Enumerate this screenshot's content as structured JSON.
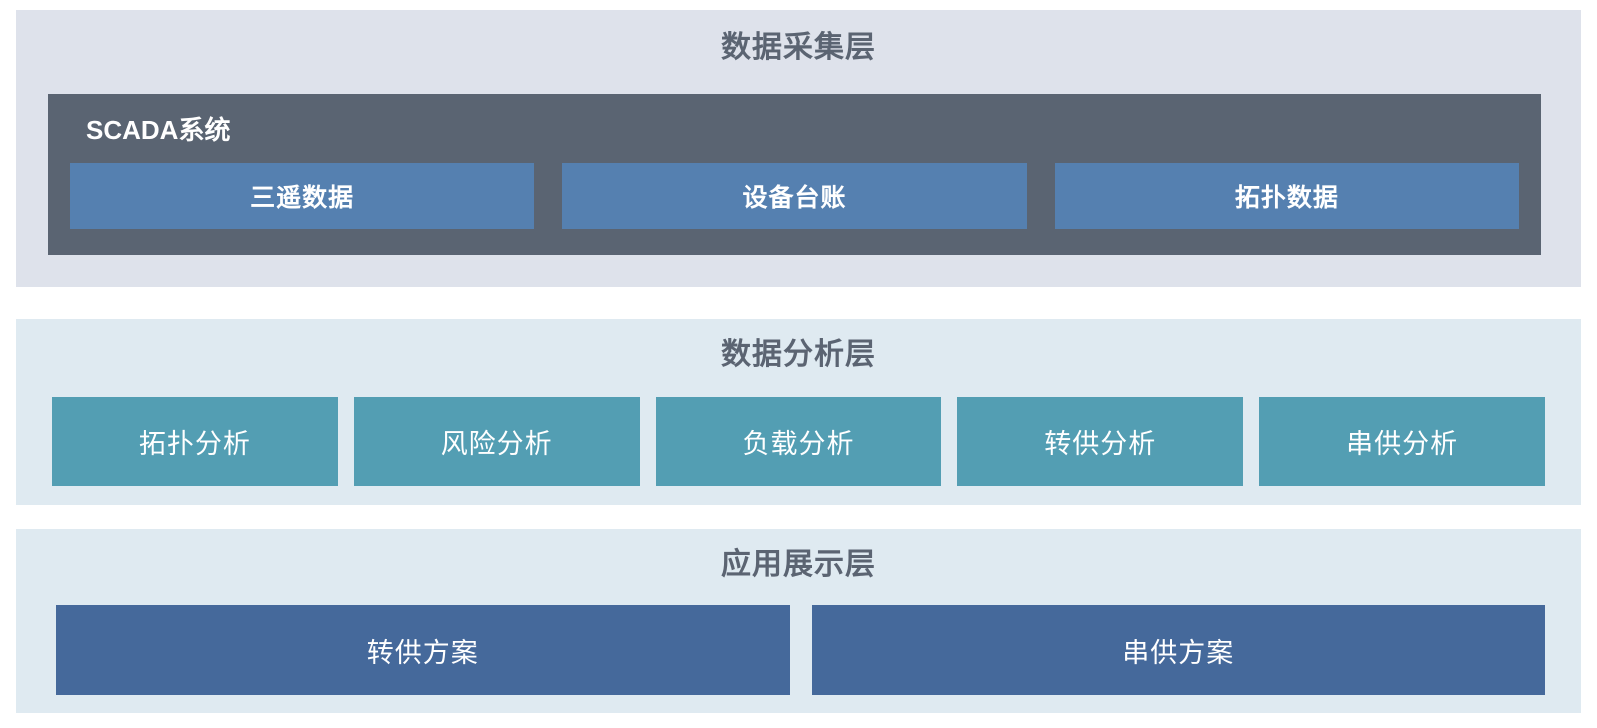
{
  "colors": {
    "page_background": "#ffffff",
    "collection_layer_background": "#dee2eb",
    "analysis_layer_background": "#dfeaf1",
    "application_layer_background": "#dfeaf1",
    "scada_container": "#5a6472",
    "collection_item": "#5580b0",
    "analysis_item": "#539eb3",
    "application_item": "#45699b",
    "title_text": "#5b6472",
    "box_text": "#ffffff"
  },
  "layers": {
    "collection": {
      "title": "数据采集层",
      "scada": {
        "label": "SCADA系统",
        "items": [
          {
            "label": "三遥数据"
          },
          {
            "label": "设备台账"
          },
          {
            "label": "拓扑数据"
          }
        ]
      }
    },
    "analysis": {
      "title": "数据分析层",
      "items": [
        {
          "label": "拓扑分析"
        },
        {
          "label": "风险分析"
        },
        {
          "label": "负载分析"
        },
        {
          "label": "转供分析"
        },
        {
          "label": "串供分析"
        }
      ]
    },
    "application": {
      "title": "应用展示层",
      "items": [
        {
          "label": "转供方案"
        },
        {
          "label": "串供方案"
        }
      ]
    }
  }
}
